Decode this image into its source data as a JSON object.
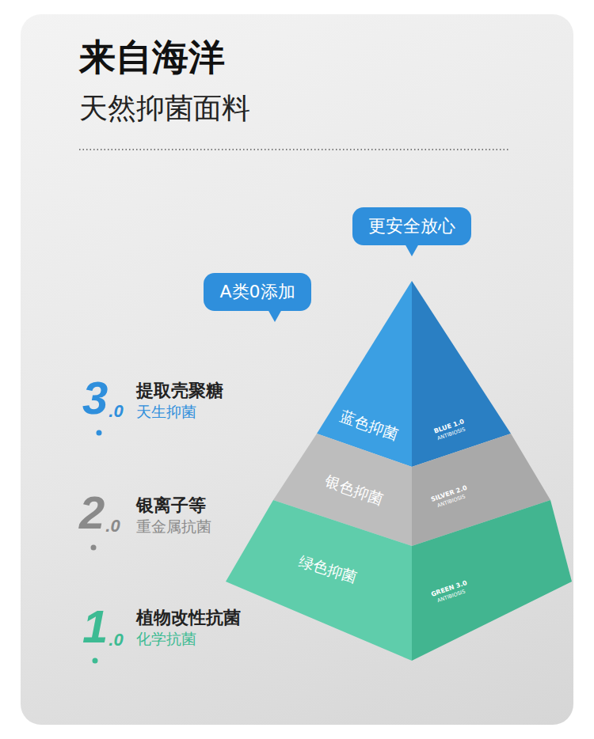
{
  "diagram": {
    "title": "来自海洋",
    "nodes": [
      {
        "text": [
          "更安全放心"
        ]
      },
      {
        "text": [
          "A类0添加"
        ]
      },
      {
        "text": [
          "蓝色抑菌",
          "BLUE 1.0",
          "ANTIBIOSIS"
        ]
      },
      {
        "text": [
          "银色抑菌",
          "SILVER 2.0",
          "ANTIBIOSIS"
        ]
      },
      {
        "text": [
          "绿色抑菌",
          "GREEN 3.0",
          "ANTIBIOSIS"
        ]
      }
    ],
    "labels": [
      "天然抑菌面料",
      "3",
      ".0",
      "提取壳聚糖",
      "天生抑菌",
      "2",
      ".0",
      "银离子等",
      "重金属抗菌",
      "1",
      ".0",
      "植物改性抗菌",
      "化学抗菌"
    ]
  }
}
